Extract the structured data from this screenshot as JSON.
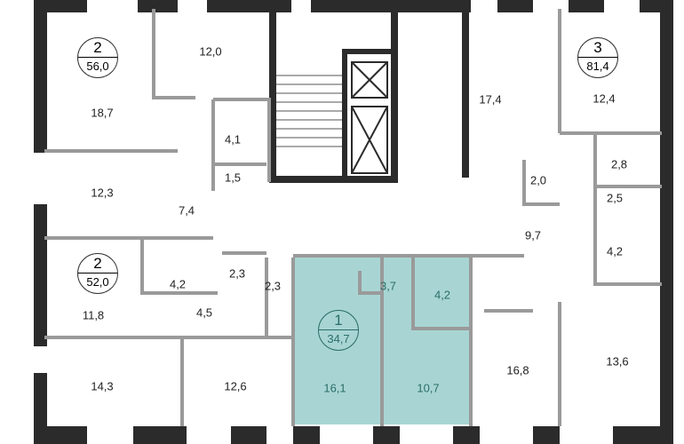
{
  "colors": {
    "wall": "#2b2b2b",
    "partition": "#9a9a9a",
    "highlight": "#a8d5d3",
    "highlight_text": "#2c6e6a"
  },
  "apartments": [
    {
      "rooms": "2",
      "area": "56,0"
    },
    {
      "rooms": "3",
      "area": "81,4"
    },
    {
      "rooms": "2",
      "area": "52,0"
    },
    {
      "rooms": "1",
      "area": "34,7",
      "highlighted": true
    }
  ],
  "rooms": {
    "r1": "12,0",
    "r2": "18,7",
    "r3": "4,1",
    "r4": "1,5",
    "r5": "12,3",
    "r6": "7,4",
    "r7": "17,4",
    "r8": "12,4",
    "r9": "2,8",
    "r10": "2,0",
    "r11": "2,5",
    "r12": "9,7",
    "r13": "4,2",
    "r14": "4,2",
    "r15": "2,3",
    "r16": "2,3",
    "r17": "11,8",
    "r18": "4,5",
    "r19": "14,3",
    "r20": "12,6",
    "r21": "3,7",
    "r22": "4,2",
    "r23": "16,1",
    "r24": "10,7",
    "r25": "16,8",
    "r26": "13,6"
  }
}
